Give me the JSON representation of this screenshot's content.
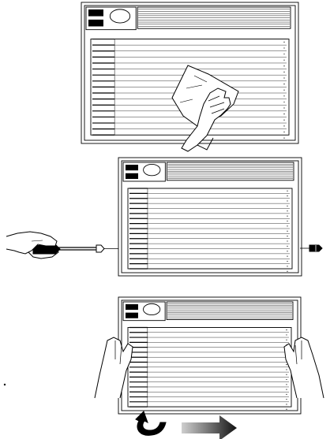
{
  "diagram": {
    "panels": [
      {
        "id": "clean",
        "action": "wipe-front-with-cloth"
      },
      {
        "id": "screws",
        "action": "remove-side-screws"
      },
      {
        "id": "remove",
        "action": "tilt-and-pull-out"
      }
    ]
  },
  "icons": {
    "cloth": "cloth-icon",
    "hand": "hand-icon",
    "screwdriver": "screwdriver-icon",
    "screw": "screw-icon",
    "rotate_arrow": "rotate-arrow-icon",
    "pull_arrow": "pull-arrow-icon"
  },
  "colors": {
    "line": "#000000",
    "background": "#ffffff",
    "arrow_dark": "#111111",
    "arrow_light": "#bbbbbb"
  }
}
